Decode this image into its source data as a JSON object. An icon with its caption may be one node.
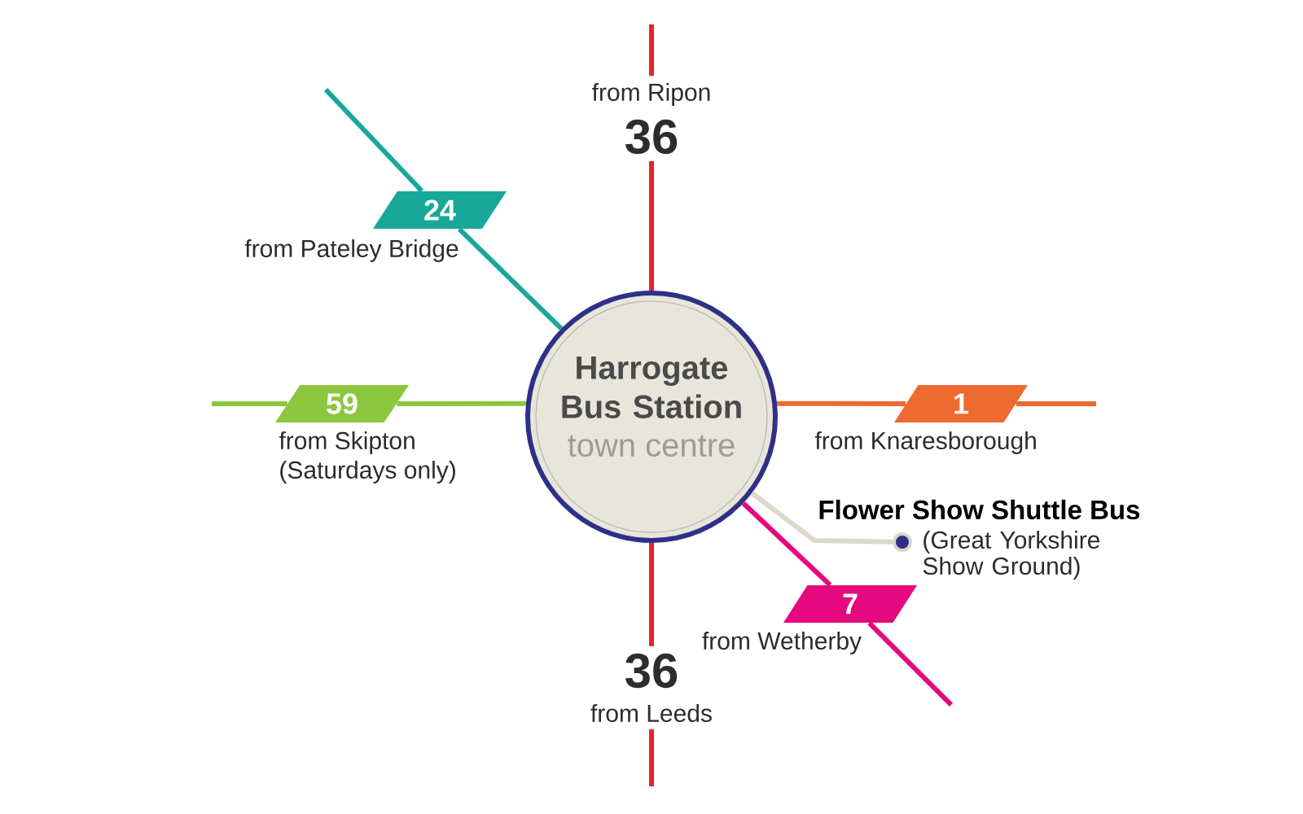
{
  "diagram": {
    "nodes": [
      {
        "text": [
          "from Ripon",
          "36"
        ]
      },
      {
        "text": [
          "24"
        ],
        "beside": [
          "from Pateley Bridge"
        ]
      },
      {
        "text": [
          "Harrogate Bus Station",
          "town centre"
        ]
      },
      {
        "text": [
          "59"
        ],
        "beside": [
          "from Skipton",
          "(Saturdays only)"
        ]
      },
      {
        "text": [
          "1"
        ],
        "beside": [
          "from Knaresborough"
        ]
      },
      {
        "text": [],
        "shape": "circle",
        "beside": [
          "Flower Show Shuttle Bus",
          "(Great Yorkshire Show Ground)"
        ]
      },
      {
        "text": [
          "7"
        ],
        "beside": [
          "from Wetherby"
        ]
      },
      {
        "text": [
          "36",
          "from Leeds"
        ]
      }
    ],
    "edges": [
      {
        "from": null,
        "to": 0,
        "arrow": "none"
      },
      {
        "from": 0,
        "to": 2,
        "arrow": "none"
      },
      {
        "from": null,
        "to": 1,
        "arrow": "none",
        "color": "#17a89a"
      },
      {
        "from": 1,
        "to": 2,
        "arrow": "none",
        "color": "#17a89a"
      },
      {
        "from": null,
        "to": 3,
        "arrow": "none",
        "color": "#8cc63f"
      },
      {
        "from": 3,
        "to": 2,
        "arrow": "none",
        "color": "#8cc63f"
      },
      {
        "from": 2,
        "to": 4,
        "arrow": "none",
        "color": "#ee6a2e"
      },
      {
        "from": 4,
        "to": null,
        "arrow": "none",
        "color": "#ee6a2e"
      },
      {
        "from": 2,
        "to": 5,
        "arrow": "none",
        "color": "#dcd8cc"
      },
      {
        "from": 2,
        "to": 6,
        "arrow": "none",
        "color": "#e6087f"
      },
      {
        "from": 6,
        "to": null,
        "arrow": "none",
        "color": "#e6087f"
      },
      {
        "from": 2,
        "to": 7,
        "arrow": "none"
      },
      {
        "from": 7,
        "to": null,
        "arrow": "none"
      }
    ]
  }
}
